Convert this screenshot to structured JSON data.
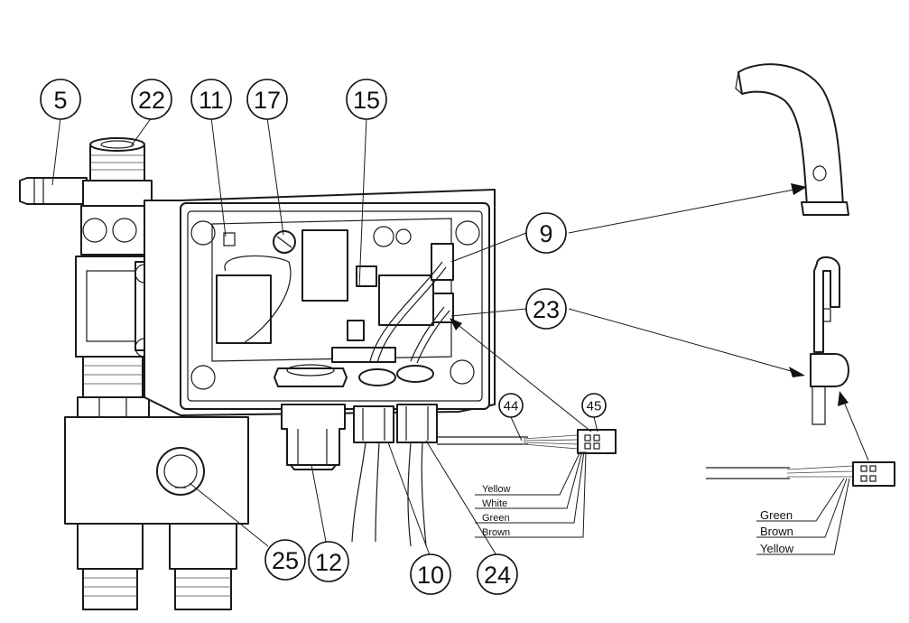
{
  "callouts": [
    {
      "id": "c5",
      "label": "5"
    },
    {
      "id": "c22",
      "label": "22"
    },
    {
      "id": "c11",
      "label": "11"
    },
    {
      "id": "c17",
      "label": "17"
    },
    {
      "id": "c15",
      "label": "15"
    },
    {
      "id": "c9",
      "label": "9"
    },
    {
      "id": "c23",
      "label": "23"
    },
    {
      "id": "c44",
      "label": "44"
    },
    {
      "id": "c45",
      "label": "45"
    },
    {
      "id": "c25",
      "label": "25"
    },
    {
      "id": "c12",
      "label": "12"
    },
    {
      "id": "c10",
      "label": "10"
    },
    {
      "id": "c24",
      "label": "24"
    }
  ],
  "wire_labels_left": [
    "Yellow",
    "White",
    "Green",
    "Brown"
  ],
  "wire_labels_right": [
    "Green",
    "Brown",
    "Yellow"
  ]
}
